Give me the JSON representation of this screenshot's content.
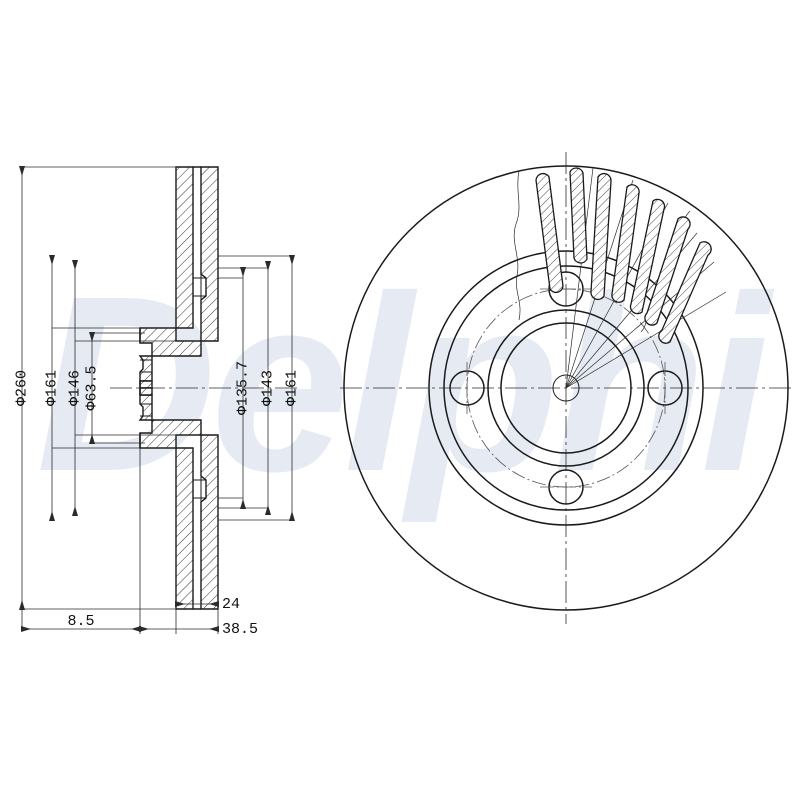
{
  "drawing": {
    "type": "engineering-drawing",
    "subject": "ventilated brake disc",
    "watermark_text": "Delphi",
    "watermark_color": "#e6eaf3",
    "line_color": "#1a1a1a",
    "background": "#ffffff",
    "views": [
      {
        "id": "section-view",
        "name": "cross-section side view",
        "position": "left"
      },
      {
        "id": "front-view",
        "name": "front face view",
        "position": "right"
      }
    ]
  },
  "dimensions": {
    "left_stack": [
      {
        "id": "d260",
        "label": "Φ260",
        "value": 260,
        "unit": "mm",
        "note": "outer disc diameter"
      },
      {
        "id": "d161l",
        "label": "Φ161",
        "value": 161,
        "unit": "mm",
        "note": "hub flange diameter"
      },
      {
        "id": "d146",
        "label": "Φ146",
        "value": 146,
        "unit": "mm",
        "note": "hub step diameter"
      },
      {
        "id": "d63_5",
        "label": "Φ63.5",
        "value": 63.5,
        "unit": "mm",
        "note": "centre bore diameter"
      }
    ],
    "right_stack": [
      {
        "id": "d135_7",
        "label": "Φ135.7",
        "value": 135.7,
        "unit": "mm",
        "note": "bolt pitch circle diameter"
      },
      {
        "id": "d143",
        "label": "Φ143",
        "value": 143,
        "unit": "mm",
        "note": "inner friction ring diameter"
      },
      {
        "id": "d161r",
        "label": "Φ161",
        "value": 161,
        "unit": "mm",
        "note": "friction ring diameter"
      }
    ],
    "bottom_stack": [
      {
        "id": "w8_5",
        "label": "8.5",
        "value": 8.5,
        "unit": "mm",
        "note": "hub offset height"
      },
      {
        "id": "w24",
        "label": "24",
        "value": 24,
        "unit": "mm",
        "note": "disc thickness"
      },
      {
        "id": "w38_5",
        "label": "38.5",
        "value": 38.5,
        "unit": "mm",
        "note": "overall height"
      }
    ]
  },
  "front_view": {
    "bolt_hole_count": 4,
    "vane_count": 7,
    "circles": [
      {
        "id": "outer-edge",
        "label": "Φ260"
      },
      {
        "id": "friction-outer",
        "label": "Φ161"
      },
      {
        "id": "friction-inner",
        "label": "Φ143"
      },
      {
        "id": "pitch-circle",
        "label": "Φ135.7"
      },
      {
        "id": "centre-bore",
        "label": "Φ63.5"
      }
    ]
  }
}
